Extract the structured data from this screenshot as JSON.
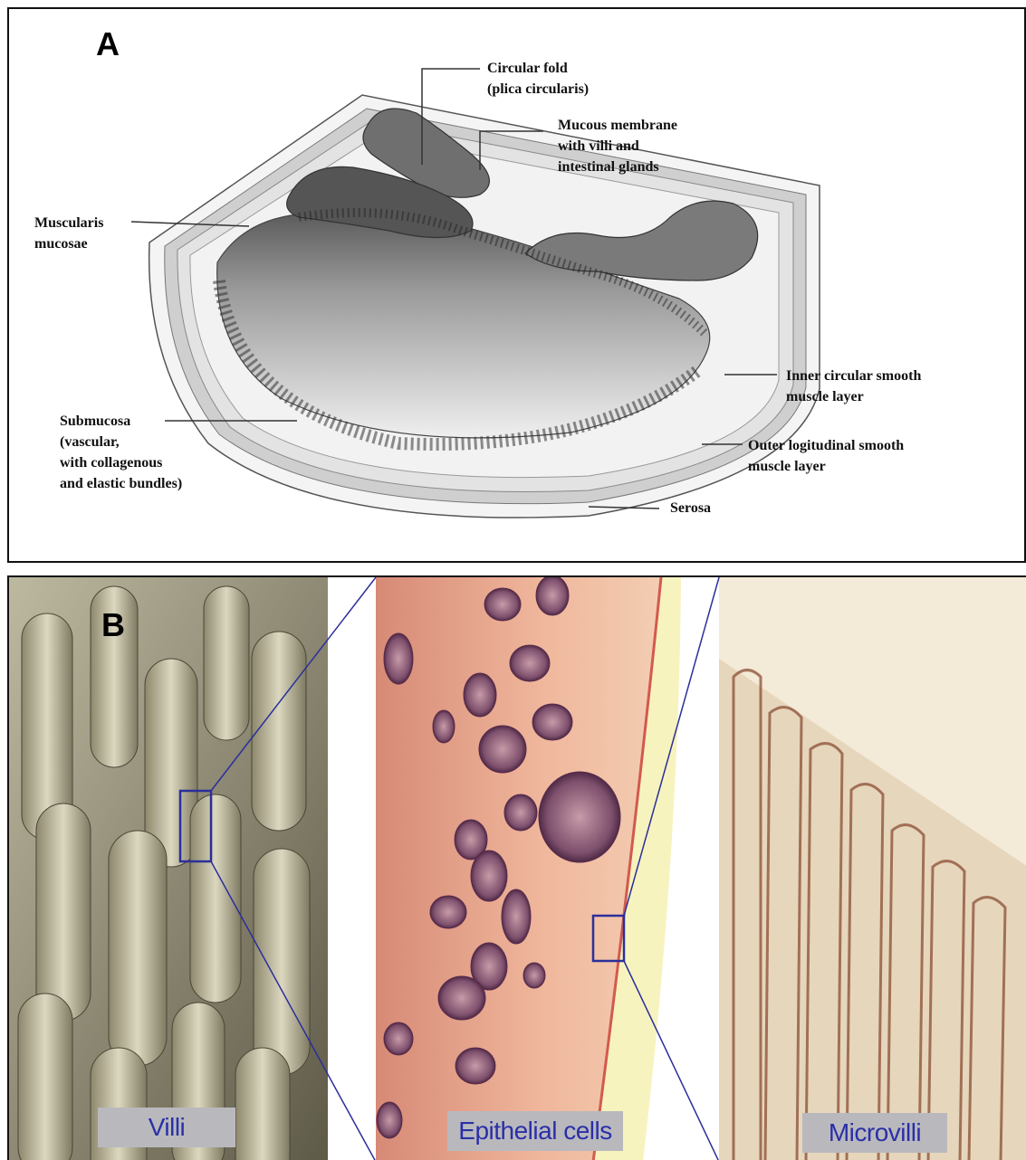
{
  "panel_a": {
    "letter": "A",
    "labels": {
      "circular_fold": "Circular fold\n(plica circularis)",
      "mucous_membrane": "Mucous membrane\nwith villi and\nintestinal glands",
      "muscularis_mucosae": "Muscularis\nmucosae",
      "inner_circular": "Inner circular smooth\nmuscle layer",
      "outer_longitudinal": "Outer logitudinal smooth\nmuscle layer",
      "submucosa": "Submucosa\n(vascular,\nwith collagenous\nand elastic bundles)",
      "serosa": "Serosa"
    }
  },
  "panel_b": {
    "letter": "B",
    "labels": {
      "villi": "Villi",
      "epithelial_cells": "Epithelial cells",
      "microvilli": "Microvilli"
    }
  }
}
